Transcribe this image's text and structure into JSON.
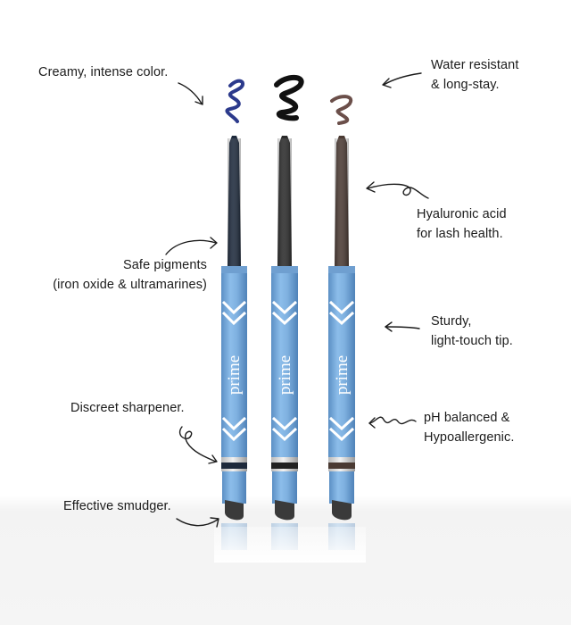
{
  "brand": "prime",
  "pencils": [
    {
      "name": "navy-pencil",
      "lead_color": "#1e2a3c",
      "swatch_color": "#2c3a8c",
      "band_color": "#1e2a3c"
    },
    {
      "name": "black-pencil",
      "lead_color": "#2b2b2b",
      "swatch_color": "#111111",
      "band_color": "#222222"
    },
    {
      "name": "brown-pencil",
      "lead_color": "#4a3a33",
      "swatch_color": "#6b4f4a",
      "band_color": "#4a3a33"
    }
  ],
  "body_color": "#7fb1e0",
  "callouts": {
    "creamy": "Creamy, intense color.",
    "water_line1": "Water resistant",
    "water_line2": "& long-stay.",
    "hyaluronic_line1": "Hyaluronic acid",
    "hyaluronic_line2": "for lash health.",
    "safe_line1": "Safe pigments",
    "safe_line2": "(iron oxide & ultramarines)",
    "sturdy_line1": "Sturdy,",
    "sturdy_line2": "light-touch tip.",
    "sharpener": "Discreet sharpener.",
    "ph_line1": "pH balanced &",
    "ph_line2": "Hypoallergenic.",
    "smudger": "Effective smudger."
  }
}
